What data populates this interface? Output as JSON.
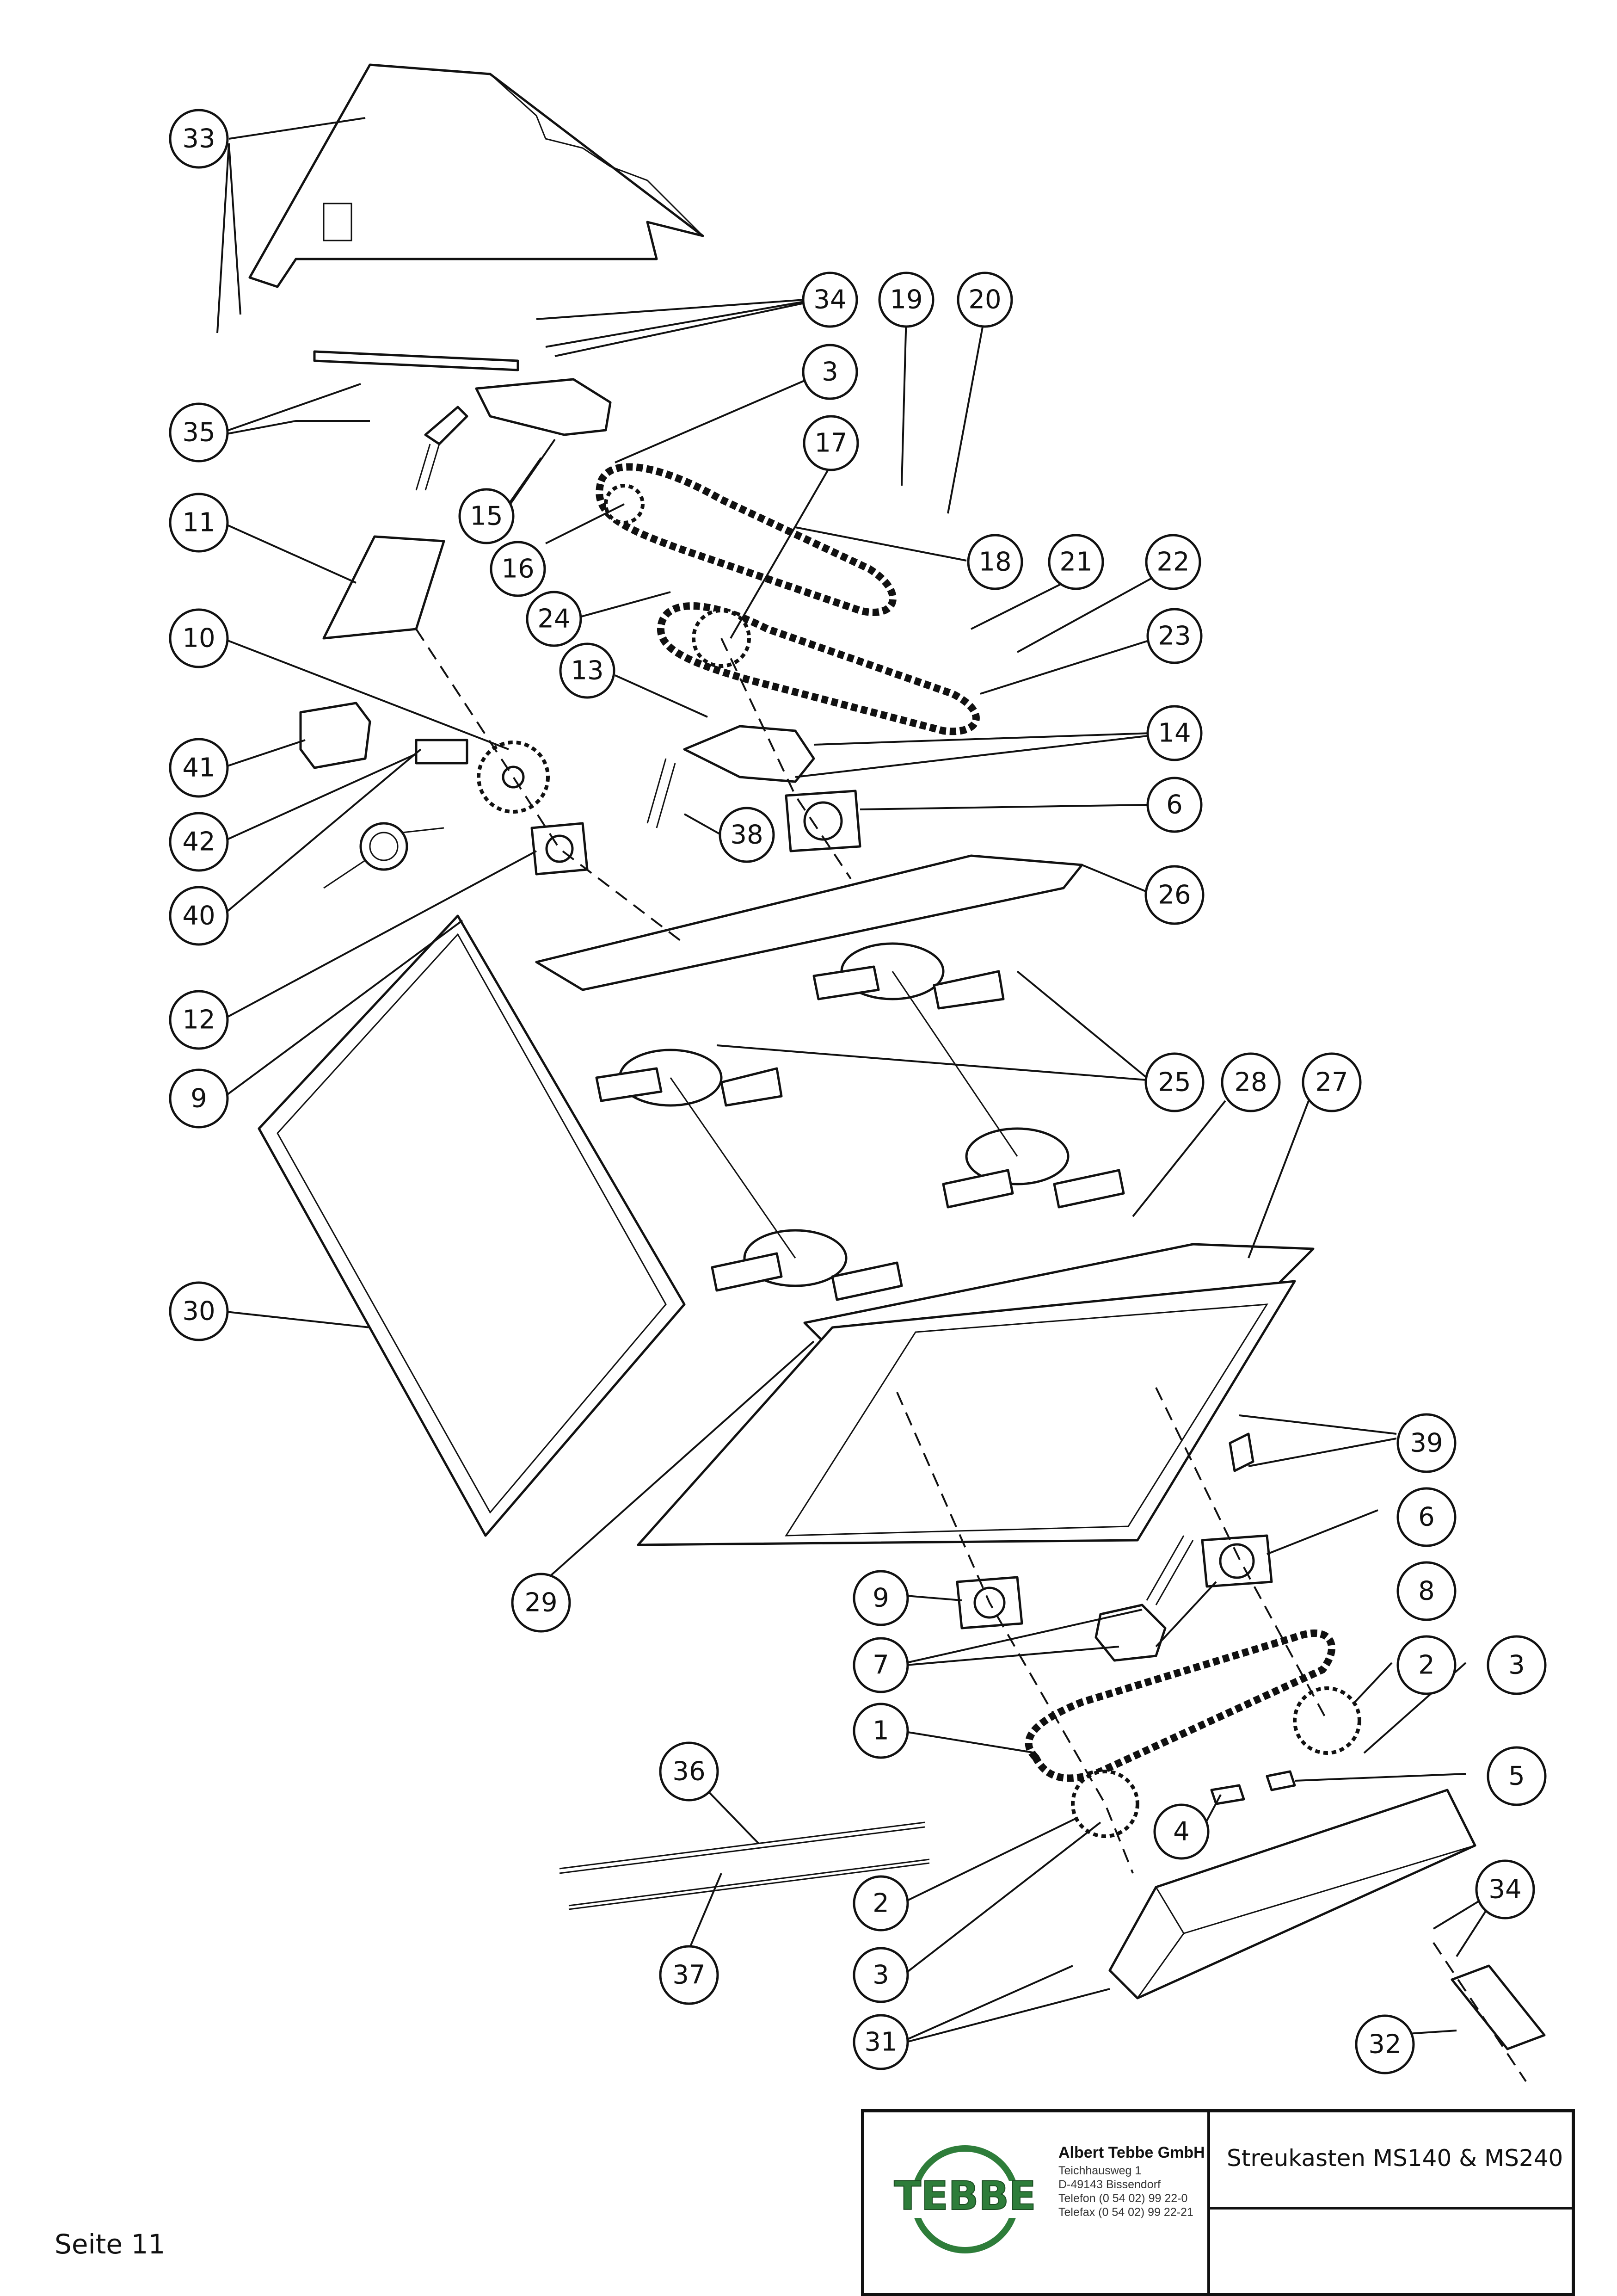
{
  "callouts": [
    "33",
    "34",
    "19",
    "20",
    "3",
    "35",
    "17",
    "15",
    "11",
    "16",
    "18",
    "21",
    "22",
    "24",
    "10",
    "23",
    "13",
    "14",
    "41",
    "42",
    "38",
    "6",
    "40",
    "26",
    "12",
    "9",
    "25",
    "28",
    "27",
    "30",
    "39",
    "6",
    "29",
    "9",
    "8",
    "7",
    "2",
    "3",
    "1",
    "5",
    "36",
    "4",
    "2",
    "34",
    "37",
    "3",
    "31",
    "32"
  ],
  "title_block": {
    "logo_text": "TEBBE",
    "company": "Albert Tebbe GmbH",
    "address_lines": [
      "Teichhausweg 1",
      "D-49143 Bissendorf",
      "Telefon (0 54 02) 99 22-0",
      "Telefax (0 54 02) 99 22-21"
    ],
    "drawing_title": "Streukasten MS140 & MS240",
    "logo_color": "#2e7d3a"
  },
  "page_label": "Seite 11"
}
